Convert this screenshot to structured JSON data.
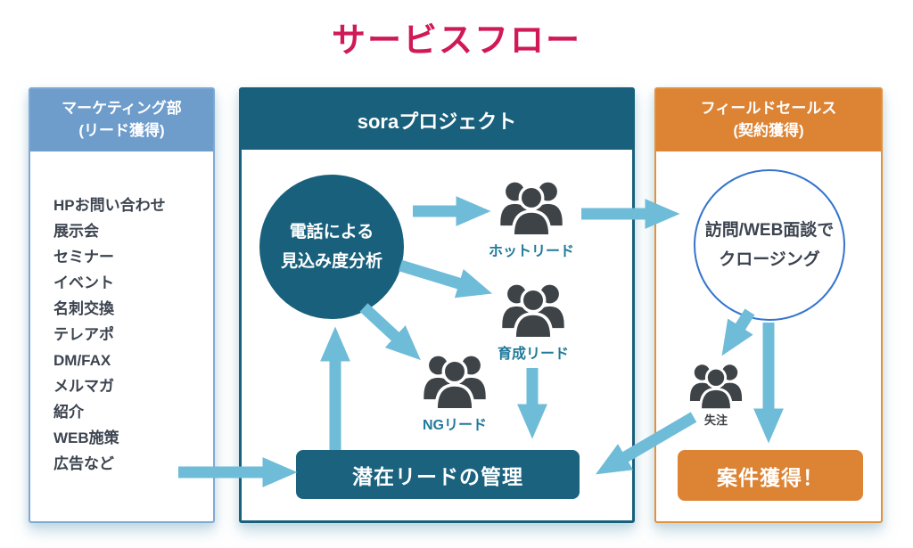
{
  "title": "サービスフロー",
  "colors": {
    "title": "#d01957",
    "marketing_header": "#6e9ccb",
    "marketing_border": "#7fa9d4",
    "sora_teal": "#18607c",
    "sales_orange": "#dc8334",
    "sales_border": "#e2923e",
    "arrow_blue": "#6fbcd9",
    "lead_label_teal": "#1f7a9a",
    "people_icon_gray": "#3e4347",
    "closing_circle_border": "#3474cd"
  },
  "marketing": {
    "header_line1": "マーケティング部",
    "header_line2": "(リード獲得)",
    "items": [
      "HPお問い合わせ",
      "展示会",
      "セミナー",
      "イベント",
      "名刺交換",
      "テレアポ",
      "DM/FAX",
      "メルマガ",
      "紹介",
      "WEB施策",
      "広告など"
    ]
  },
  "sora": {
    "header": "soraプロジェクト",
    "circle_line1": "電話による",
    "circle_line2": "見込み度分析",
    "hot_lead_label": "ホットリード",
    "nurture_lead_label": "育成リード",
    "ng_lead_label": "NGリード",
    "manage_box_label": "潜在リードの管理"
  },
  "sales": {
    "header_line1": "フィールドセールス",
    "header_line2": "(契約獲得)",
    "circle_line1": "訪問/WEB面談で",
    "circle_line2": "クロージング",
    "lost_label": "失注",
    "win_box_label": "案件獲得！"
  }
}
